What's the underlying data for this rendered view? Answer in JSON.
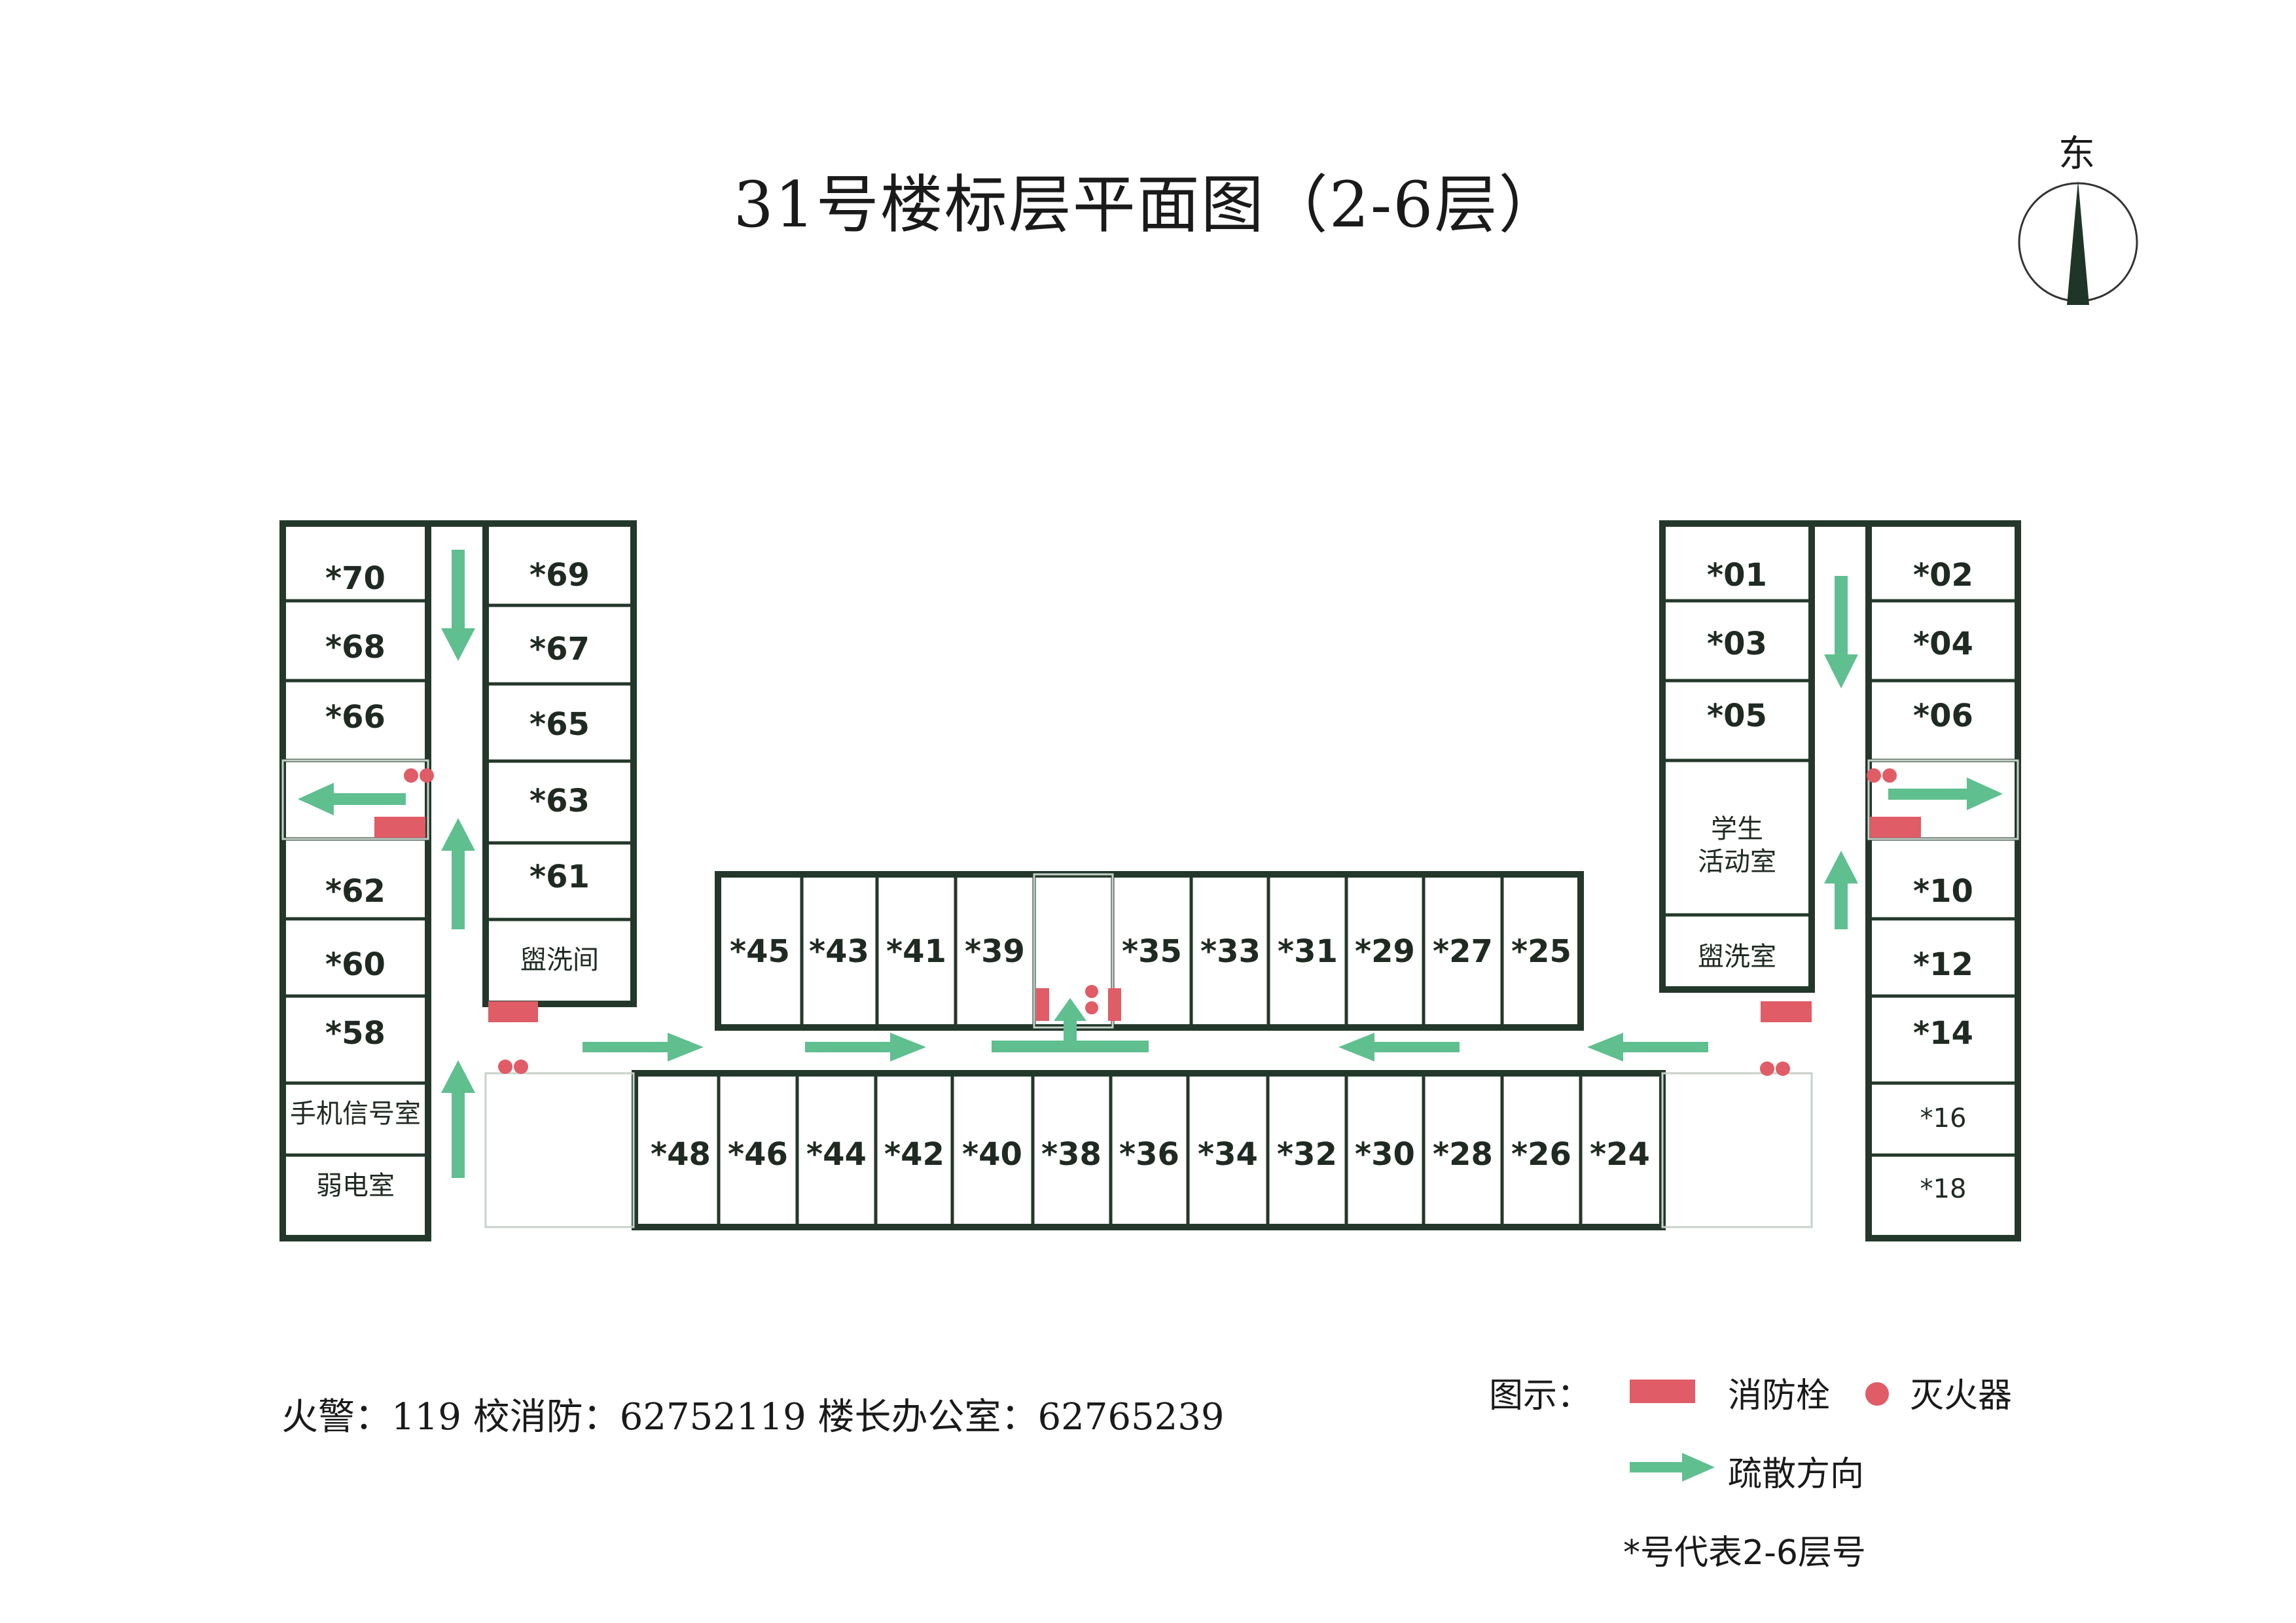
{
  "title": "31号楼标层平面图（2-6层）",
  "compass": {
    "label": "东",
    "icon": "north-arrow-icon"
  },
  "rooms": {
    "west_outer": [
      "*70",
      "*68",
      "*66",
      "*62",
      "*60",
      "*58",
      "手机信号室",
      "弱电室"
    ],
    "west_inner": [
      "*69",
      "*67",
      "*65",
      "*63",
      "*61",
      "盥洗间"
    ],
    "central_north": [
      "*45",
      "*43",
      "*41",
      "*39",
      "*35",
      "*33",
      "*31",
      "*29",
      "*27",
      "*25"
    ],
    "central_south": [
      "*48",
      "*46",
      "*44",
      "*42",
      "*40",
      "*38",
      "*36",
      "*34",
      "*32",
      "*30",
      "*28",
      "*26",
      "*24"
    ],
    "east_inner": [
      "*01",
      "*03",
      "*05",
      "学生活动室",
      "盥洗室"
    ],
    "east_inner_activity": [
      "学生",
      "活动室"
    ],
    "east_outer": [
      "*02",
      "*04",
      "*06",
      "*10",
      "*12",
      "*14",
      "*16",
      "*18"
    ]
  },
  "footer": "火警：119 校消防：62752119 楼长办公室：62765239",
  "legend": {
    "title": "图示：",
    "hydrant": "消防栓",
    "extinguisher": "灭火器",
    "evacuation": "疏散方向"
  },
  "note": "*号代表2-6层号",
  "colors": {
    "wall": "#23382a",
    "hydrant": "#e05c66",
    "extinguisher": "#e05c66",
    "arrow": "#5fbf8f"
  }
}
